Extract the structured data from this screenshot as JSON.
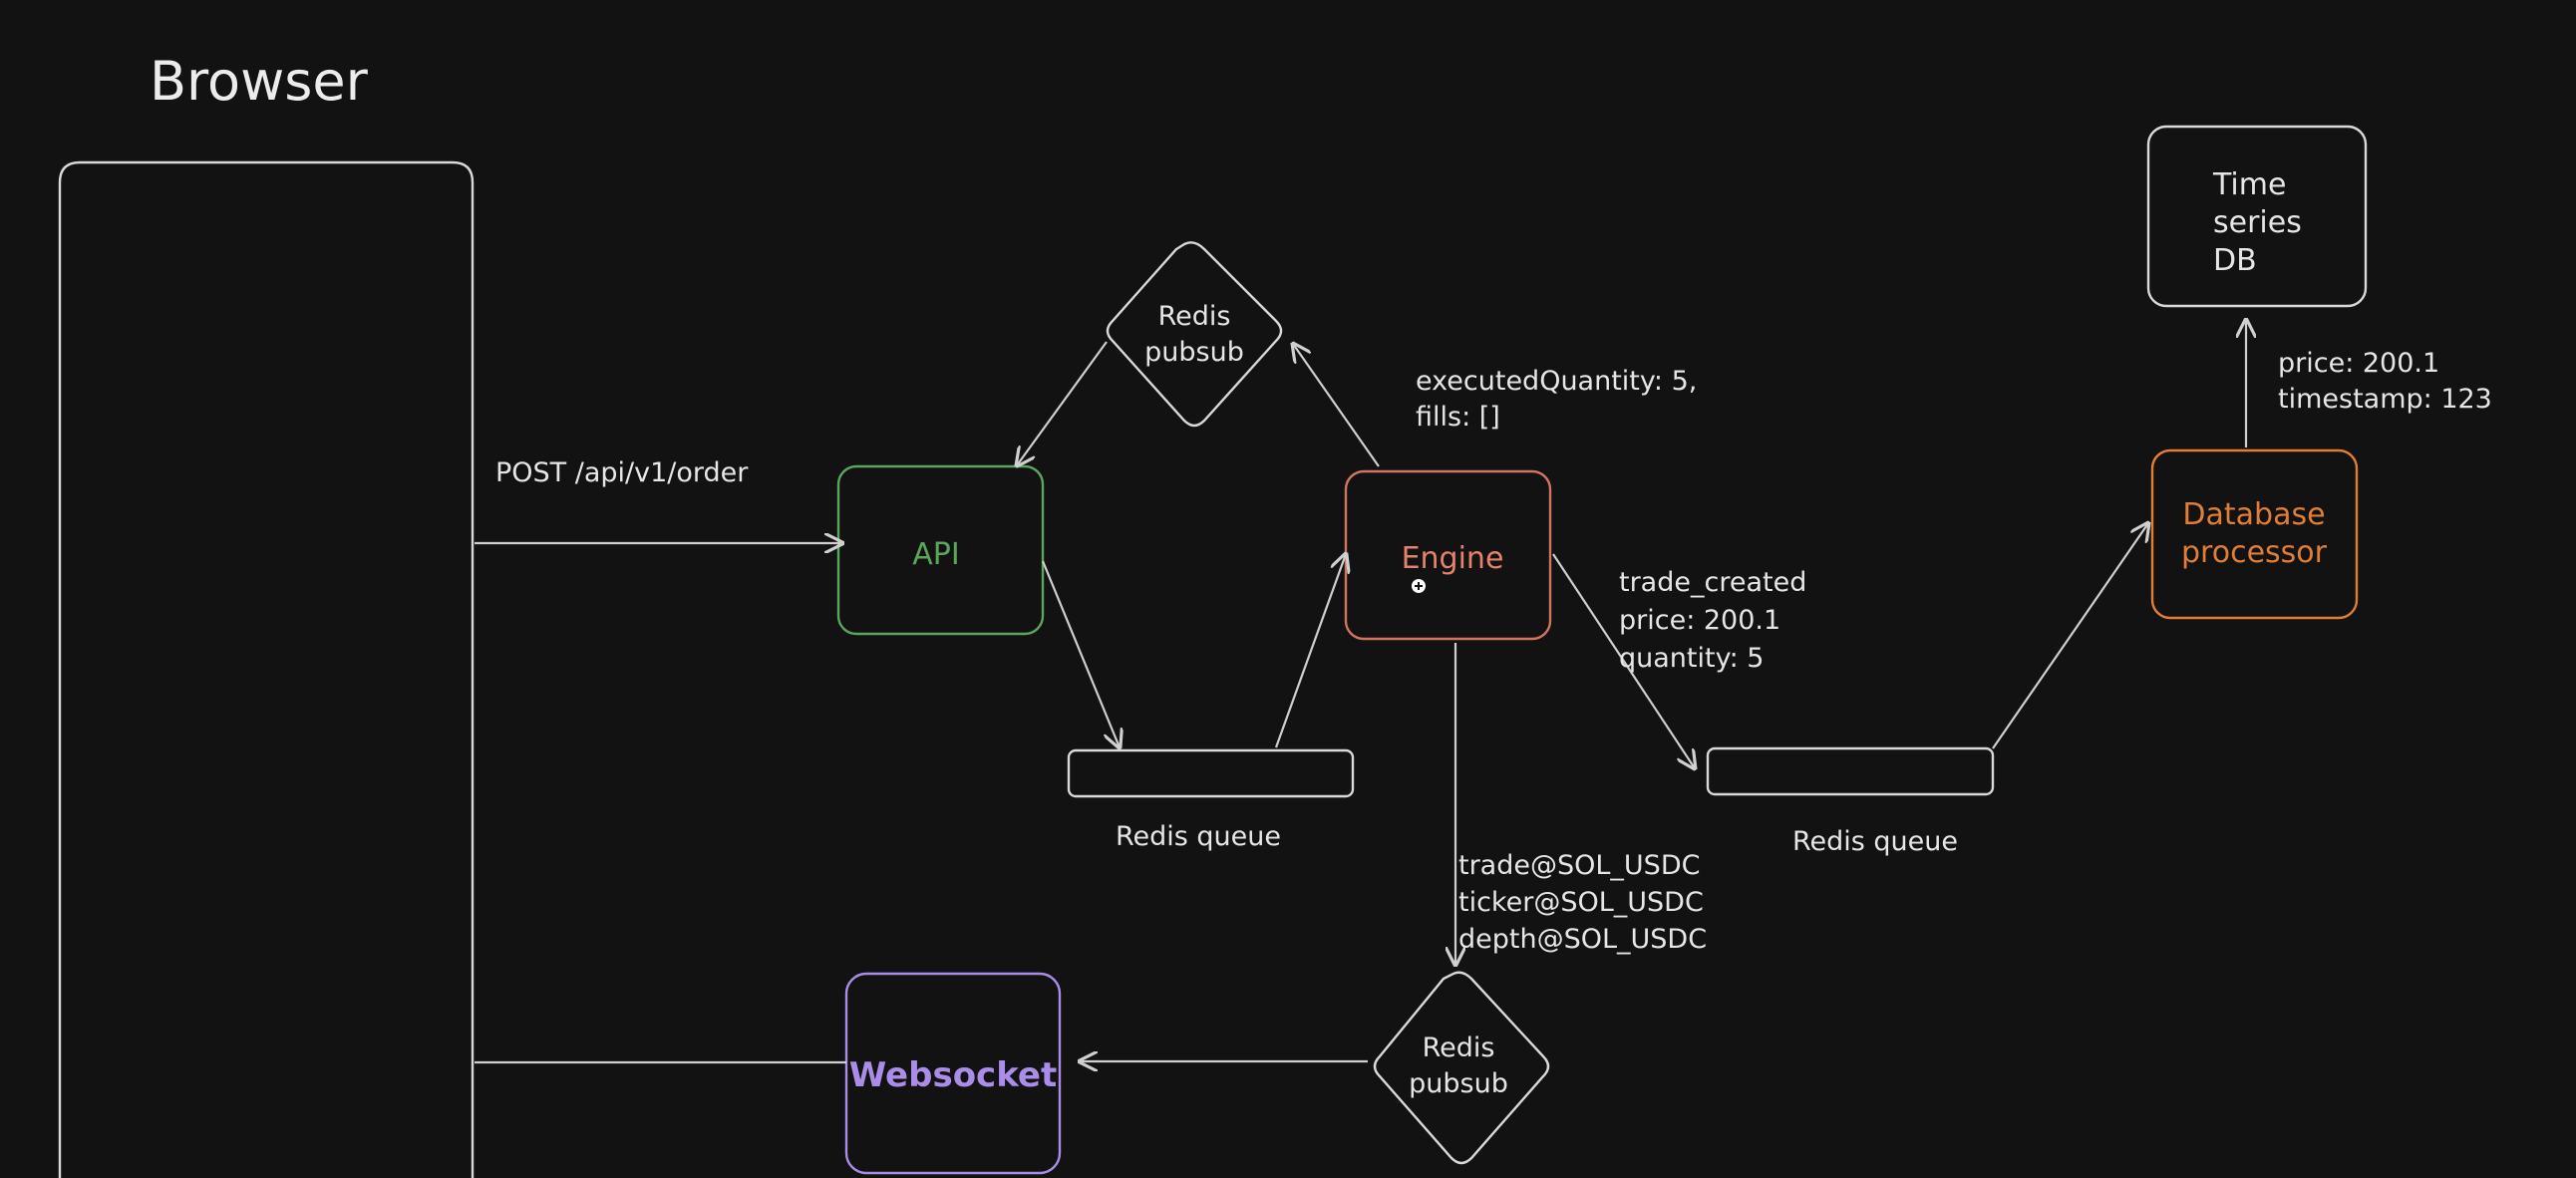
{
  "title": "Browser",
  "nodes": {
    "api": {
      "label": "API",
      "color": "#5aa65a"
    },
    "engine": {
      "label": "Engine",
      "color": "#e4826b"
    },
    "websocket": {
      "label": "Websocket",
      "color": "#a98de8"
    },
    "database_processor": {
      "label": [
        "Database",
        "processor"
      ],
      "color": "#e07e36"
    },
    "time_series_db": {
      "label": [
        "Time",
        "series",
        "DB"
      ]
    },
    "redis_pubsub_top": {
      "label": [
        "Redis",
        "pubsub"
      ]
    },
    "redis_pubsub_bottom": {
      "label": [
        "Redis",
        "pubsub"
      ]
    },
    "redis_queue_left": {
      "label": "Redis queue"
    },
    "redis_queue_right": {
      "label": "Redis queue"
    }
  },
  "edge_labels": {
    "post_order": "POST /api/v1/order",
    "engine_response": [
      "executedQuantity: 5,",
      "fills: []"
    ],
    "trade_created": [
      "trade_created",
      "price: 200.1",
      "quantity: 5"
    ],
    "db_insert": [
      "price: 200.1",
      "timestamp: 123"
    ],
    "ws_channels": [
      "trade@SOL_USDC",
      "ticker@SOL_USDC",
      "depth@SOL_USDC"
    ]
  },
  "colors": {
    "background": "#121212",
    "stroke": "#d9d9d9",
    "text": "#e6e6e6"
  }
}
